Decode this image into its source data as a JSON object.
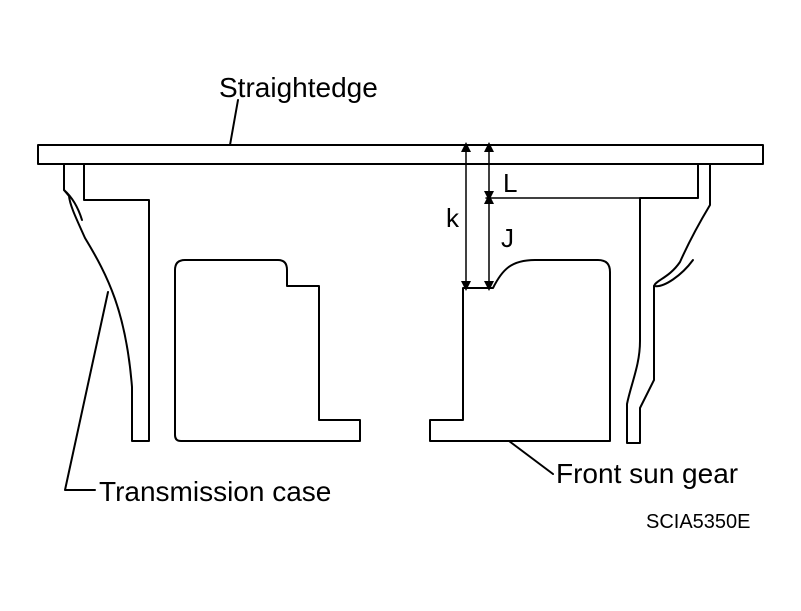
{
  "labels": {
    "straightedge": "Straightedge",
    "transmission_case": "Transmission case",
    "front_sun_gear": "Front sun gear",
    "dimension_k": "k",
    "dimension_l": "L",
    "dimension_j": "J",
    "figure_code": "SCIA5350E"
  }
}
